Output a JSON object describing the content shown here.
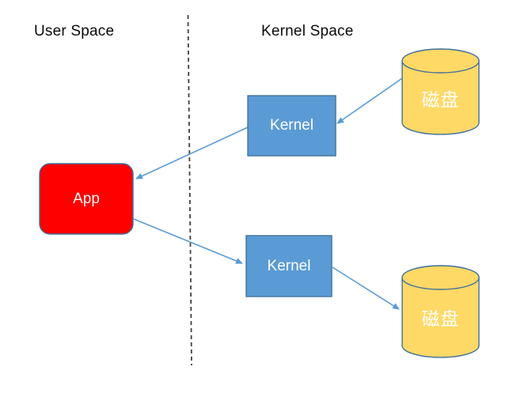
{
  "diagram": {
    "title_labels": {
      "user_space": "User Space",
      "kernel_space": "Kernel Space"
    },
    "nodes": {
      "app": {
        "label": "App",
        "fill": "#FF0000",
        "shape": "rounded-rect"
      },
      "kernel_top": {
        "label": "Kernel",
        "fill": "#5B9BD5",
        "shape": "rect"
      },
      "kernel_bottom": {
        "label": "Kernel",
        "fill": "#5B9BD5",
        "shape": "rect"
      },
      "disk_top": {
        "label": "磁盘",
        "fill": "#FFD966",
        "shape": "cylinder"
      },
      "disk_bottom": {
        "label": "磁盘",
        "fill": "#FFD966",
        "shape": "cylinder"
      }
    },
    "edges": [
      {
        "from": "disk_top",
        "to": "kernel_top"
      },
      {
        "from": "kernel_top",
        "to": "app"
      },
      {
        "from": "app",
        "to": "kernel_bottom"
      },
      {
        "from": "kernel_bottom",
        "to": "disk_bottom"
      }
    ],
    "colors": {
      "arrow": "#5B9BD5",
      "node_border": "#41719C",
      "divider": "#404040",
      "background": "#FFFFFF",
      "node_text": "#FFFFFF",
      "label_text": "#0A0A0A"
    }
  }
}
